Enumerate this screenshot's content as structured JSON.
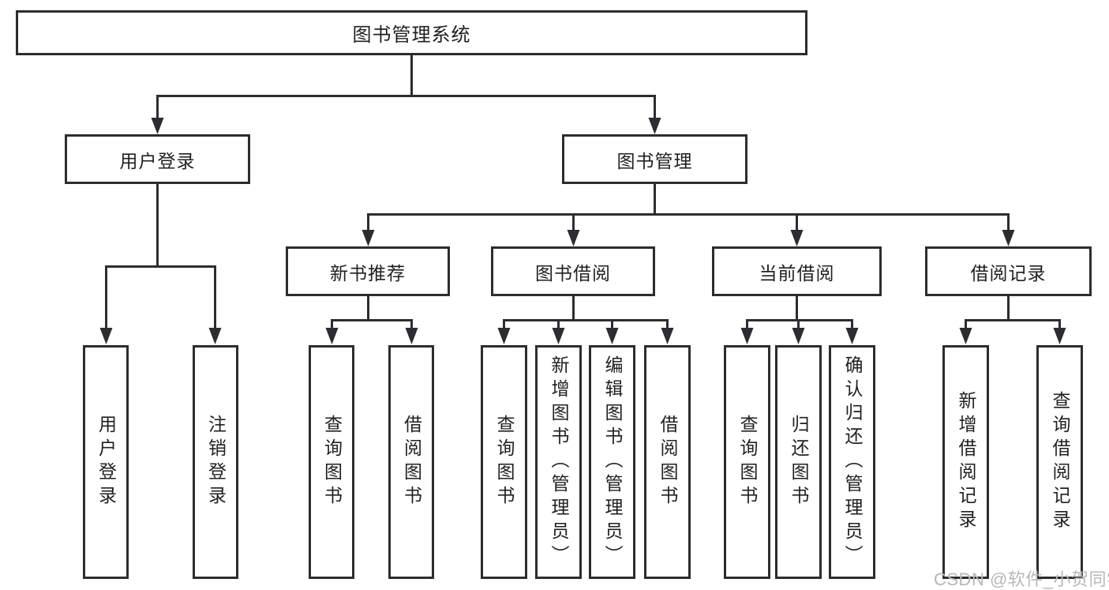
{
  "diagram": {
    "title": "图书管理系统",
    "watermark": "CSDN @软件_小贺同学",
    "colors": {
      "line": "#2b2d30",
      "text": "#1e2022",
      "background": "#ffffff",
      "watermark": "#b6b8bc"
    },
    "nodes": {
      "root": {
        "label": "图书管理系统"
      },
      "user_login": {
        "label": "用户登录"
      },
      "book_mgmt": {
        "label": "图书管理"
      },
      "new_book_rec": {
        "label": "新书推荐"
      },
      "book_borrow": {
        "label": "图书借阅"
      },
      "current_borrow": {
        "label": "当前借阅"
      },
      "borrow_records": {
        "label": "借阅记录"
      },
      "leaf_user_login": {
        "label": "用户登录"
      },
      "leaf_logout": {
        "label": "注销登录"
      },
      "leaf_query_books_rec": {
        "label": "查询图书"
      },
      "leaf_borrow_books_rec": {
        "label": "借阅图书"
      },
      "leaf_query_books_borrow": {
        "label": "查询图书"
      },
      "leaf_add_books": {
        "label": "新增图书（管理员）"
      },
      "leaf_edit_books": {
        "label": "编辑图书（管理员）"
      },
      "leaf_borrow_books_borrow": {
        "label": "借阅图书"
      },
      "leaf_query_books_current": {
        "label": "查询图书"
      },
      "leaf_return_books": {
        "label": "归还图书"
      },
      "leaf_confirm_return": {
        "label": "确认归还（管理员）"
      },
      "leaf_add_borrow_record": {
        "label": "新增借阅记录"
      },
      "leaf_query_borrow_record": {
        "label": "查询借阅记录"
      }
    },
    "edges": [
      "root->user_login",
      "root->book_mgmt",
      "user_login->leaf_user_login",
      "user_login->leaf_logout",
      "book_mgmt->new_book_rec",
      "book_mgmt->book_borrow",
      "book_mgmt->current_borrow",
      "book_mgmt->borrow_records",
      "new_book_rec->leaf_query_books_rec",
      "new_book_rec->leaf_borrow_books_rec",
      "book_borrow->leaf_query_books_borrow",
      "book_borrow->leaf_add_books",
      "book_borrow->leaf_edit_books",
      "book_borrow->leaf_borrow_books_borrow",
      "current_borrow->leaf_query_books_current",
      "current_borrow->leaf_return_books",
      "current_borrow->leaf_confirm_return",
      "borrow_records->leaf_add_borrow_record",
      "borrow_records->leaf_query_borrow_record"
    ]
  }
}
